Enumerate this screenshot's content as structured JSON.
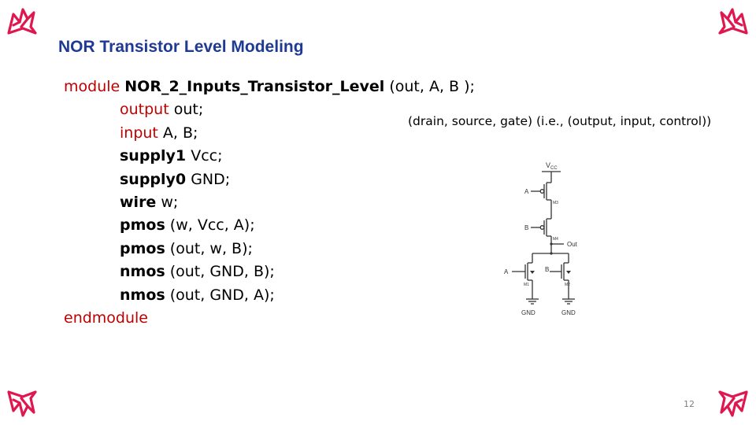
{
  "slide": {
    "title": "NOR Transistor Level Modeling",
    "page_number": "12",
    "accent_color": "#e0174f",
    "title_color": "#1f3a93",
    "keyword_color": "#c00000"
  },
  "code": {
    "l1_kw": "module",
    "l1_name": "NOR_2_Inputs_Transistor_Level",
    "l1_rest": " (out, A, B );",
    "l2_kw": "output",
    "l2_rest": " out;",
    "l3_kw": "input",
    "l3_rest": " A, B;",
    "l4_kw": "supply1",
    "l4_rest": " Vcc;",
    "l5_kw": "supply0",
    "l5_rest": " GND;",
    "l6_kw": "wire",
    "l6_rest": " w;",
    "l7_kw": "pmos",
    "l7_rest": " (w, Vcc, A);",
    "l8_kw": "pmos",
    "l8_rest": " (out, w, B);",
    "l9_kw": "nmos",
    "l9_rest": " (out, GND, B);",
    "l10_kw": "nmos",
    "l10_rest": " (out, GND, A);",
    "l11_kw": "endmodule"
  },
  "note": "(drain, source, gate) (i.e., (output, input, control))",
  "circuit": {
    "vcc": "V",
    "vcc_sub": "CC",
    "in_a_top": "A",
    "in_b_mid": "B",
    "m3": "M3",
    "m4": "M4",
    "out": "Out",
    "in_a_bottom": "A",
    "in_b_bottom": "B",
    "m1": "M1",
    "m2": "M2",
    "gnd_left": "GND",
    "gnd_right": "GND"
  },
  "icons": [
    "university-logo-top-left",
    "university-logo-top-right",
    "university-logo-bottom-left",
    "university-logo-bottom-right"
  ]
}
